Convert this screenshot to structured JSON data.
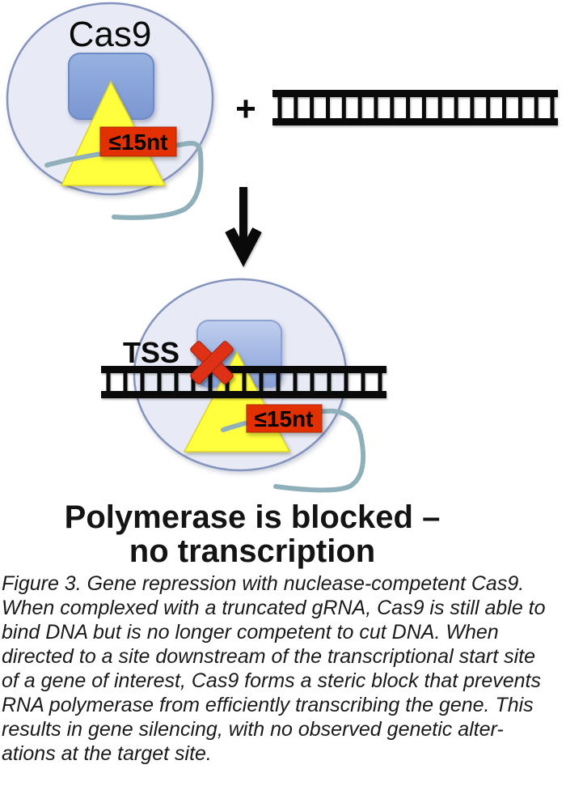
{
  "figure": {
    "cas9_label": "Cas9",
    "plus_sign": "+",
    "tss_label": "TSS",
    "grna_length_label": "≤15nt",
    "heading": {
      "line1": "Polymerase is blocked –",
      "line2": "no transcription"
    },
    "caption_lines": [
      "Figure 3. Gene repression with nuclease-competent Cas9.",
      "When complexed with a truncated gRNA, Cas9 is still able to",
      "bind DNA but is no longer competent to cut DNA. When",
      "directed to a site downstream of the transcriptional start site",
      "of a gene of interest, Cas9 forms a steric block that prevents",
      "RNA polymerase from efficiently transcribing the gene. This",
      "results in gene silencing, with no observed genetic alter-",
      "ations at the target site."
    ],
    "dna_free": {
      "rung_count": 18
    },
    "dna_bound": {
      "rung_count": 17
    },
    "colors": {
      "cas9_bubble_fill": "#E8EBF5",
      "cas9_bubble_border": "#8494BD",
      "cas9_body_blue": "#7B97D2",
      "grna_teal": "#8FB0BA",
      "triangle_yellow": "#FFFF3D",
      "label_red": "#E23000",
      "x_mark_red": "#DE3115",
      "dna_black": "#0A0A0A"
    }
  }
}
